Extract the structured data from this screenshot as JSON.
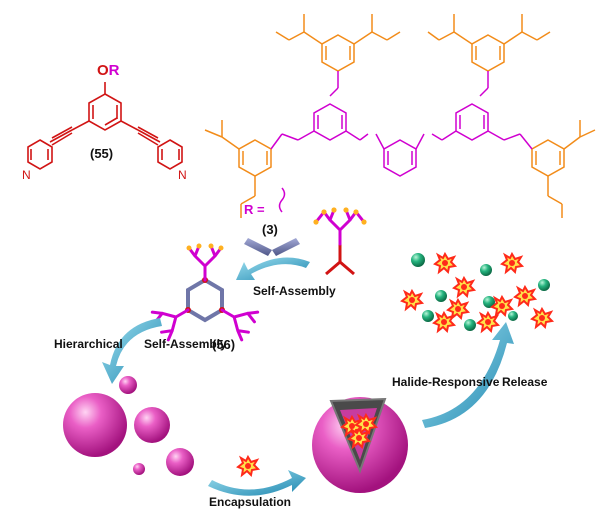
{
  "compound_55": {
    "substituent": "OR",
    "o_atom": "O",
    "r_group": "R",
    "id": "(55)",
    "n_left": "N",
    "n_right": "N"
  },
  "dendron": {
    "r_def": "R ="
  },
  "panel_3": {
    "id": "(3)"
  },
  "panel_56": {
    "id": "(56)"
  },
  "steps": {
    "self_assembly": "Self-Assembly",
    "hierarchical_left": "Hierarchical",
    "hierarchical_right": "Self-Assembly",
    "encapsulation": "Encapsulation",
    "halide_left": "Halide-Responsive",
    "halide_right": "Release"
  },
  "colors": {
    "pyridine_red": "#d11414",
    "ester_orange": "#f28c1a",
    "dendron_magenta": "#d000d0",
    "sphere_pink": "#e23cb6",
    "arrow_teal": "#2ea4c9",
    "guest_green": "#1aa673",
    "hexagon_blue": "#6f76a8",
    "guest_star": "#ff3b1f"
  }
}
